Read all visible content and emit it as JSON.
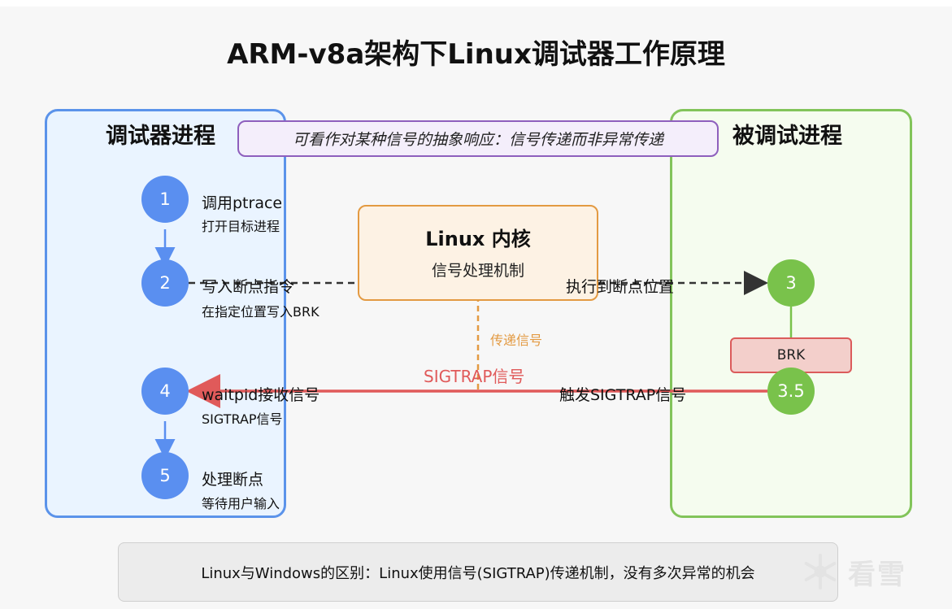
{
  "title": "ARM-v8a架构下Linux调试器工作原理",
  "debugger_panel": {
    "title": "调试器进程"
  },
  "debuggee_panel": {
    "title": "被调试进程"
  },
  "note": "可看作对某种信号的抽象响应：信号传递而非异常传递",
  "kernel": {
    "title": "Linux 内核",
    "subtitle": "信号处理机制"
  },
  "steps": {
    "s1": {
      "num": "1",
      "label": "调用ptrace",
      "sub": "打开目标进程"
    },
    "s2": {
      "num": "2",
      "label": "写入断点指令",
      "sub": "在指定位置写入BRK"
    },
    "s3": {
      "num": "3",
      "label": "执行到断点位置"
    },
    "s35": {
      "num": "3.5",
      "label": "触发SIGTRAP信号"
    },
    "s4": {
      "num": "4",
      "label": "waitpid接收信号",
      "sub": "SIGTRAP信号"
    },
    "s5": {
      "num": "5",
      "label": "处理断点",
      "sub": "等待用户输入"
    }
  },
  "brk_box": "BRK",
  "signal_label": "SIGTRAP信号",
  "deliver_label": "传递信号",
  "footer": "Linux与Windows的区别：Linux使用信号(SIGTRAP)传递机制，没有多次异常的机会",
  "watermark": "看雪",
  "colors": {
    "debugger": "#5a8ff0",
    "debuggee": "#79c24b",
    "kernel": "#e39a42",
    "signal": "#e05a5a",
    "note": "#8e5fbd"
  }
}
